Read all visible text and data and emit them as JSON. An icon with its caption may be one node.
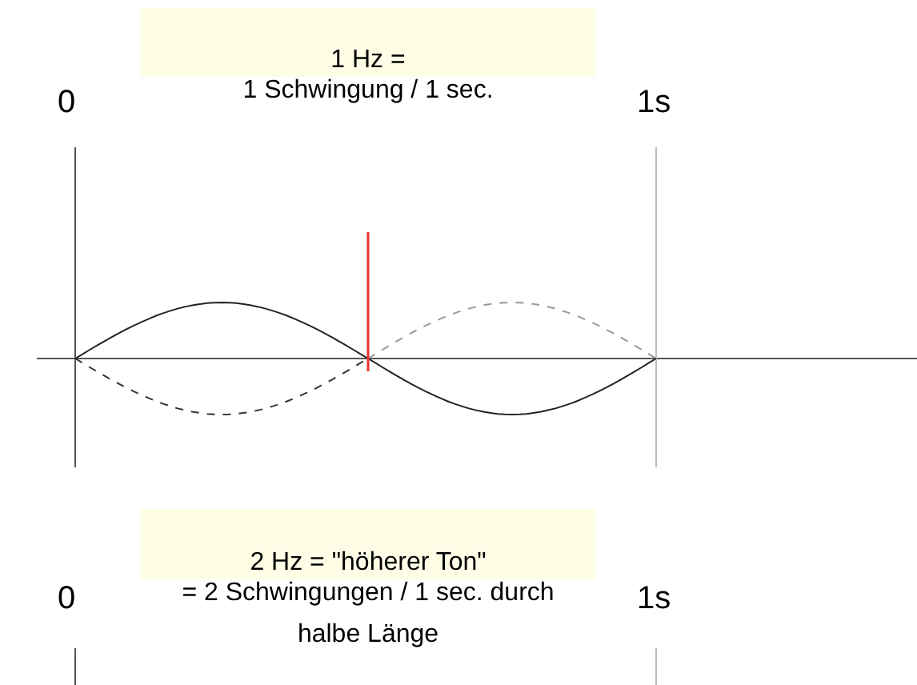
{
  "diagram": {
    "nodes": [
      {
        "text": [
          "1 Hz =",
          "1 Schwingung / 1 sec."
        ]
      },
      {
        "text": [
          "2 Hz = \"höherer Ton\"",
          "= 2 Schwingungen / 1 sec. durch halbe Länge"
        ]
      }
    ],
    "labels": [
      "0",
      "1s",
      "0",
      "1s"
    ]
  }
}
